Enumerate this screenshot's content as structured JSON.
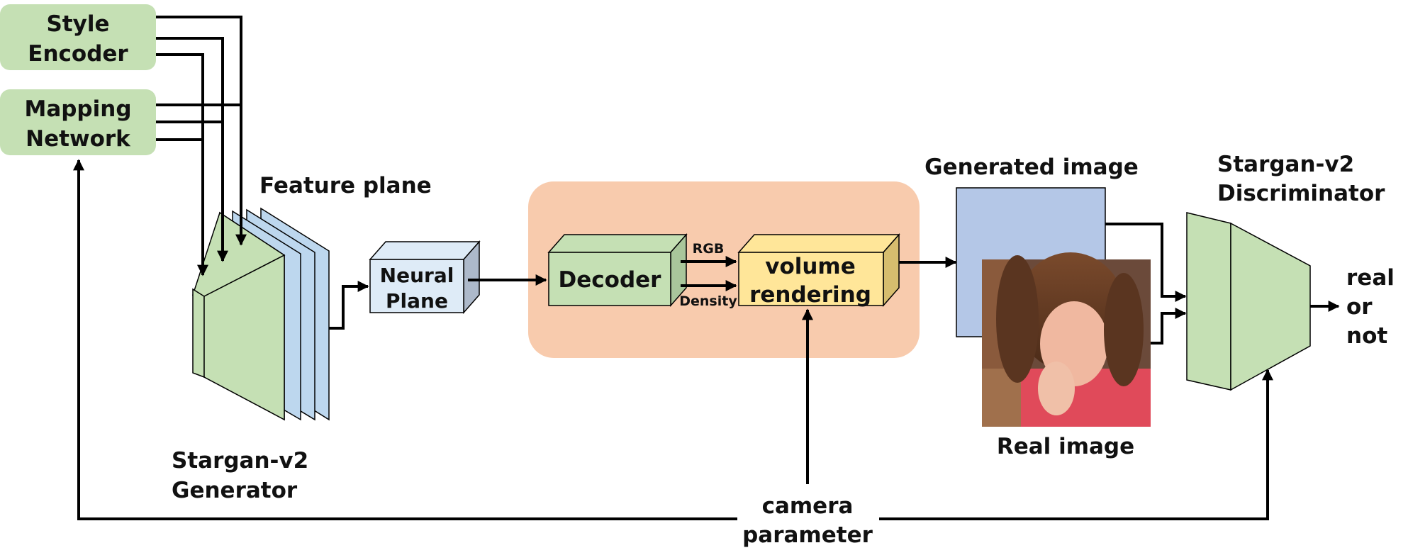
{
  "style_encoder": {
    "line1": "Style",
    "line2": "Encoder"
  },
  "mapping_network": {
    "line1": "Mapping",
    "line2": "Network"
  },
  "feature_plane": {
    "label": "Feature plane"
  },
  "generator": {
    "line1": "Stargan-v2",
    "line2": "Generator"
  },
  "neural_plane": {
    "line1": "Neural",
    "line2": "Plane"
  },
  "decoder": {
    "label": "Decoder"
  },
  "decoder_outputs": {
    "rgb": "RGB",
    "density": "Density"
  },
  "volume_rendering": {
    "line1": "volume",
    "line2": "rendering"
  },
  "generated_image": {
    "label": "Generated image"
  },
  "real_image": {
    "label": "Real image",
    "picture": "face-photo-icon"
  },
  "discriminator": {
    "line1": "Stargan-v2",
    "line2": "Discriminator"
  },
  "output": {
    "line1": "real",
    "line2": "or",
    "line3": "not"
  },
  "camera": {
    "line1": "camera",
    "line2": "parameter"
  },
  "colors": {
    "green_block": "#c5e0b4",
    "blue_plane": "#bdd7ee",
    "light_blue": "#deebf7",
    "orange_panel": "#f8cbad",
    "yellow_block": "#ffe699",
    "generated_fill": "#b4c7e7"
  }
}
